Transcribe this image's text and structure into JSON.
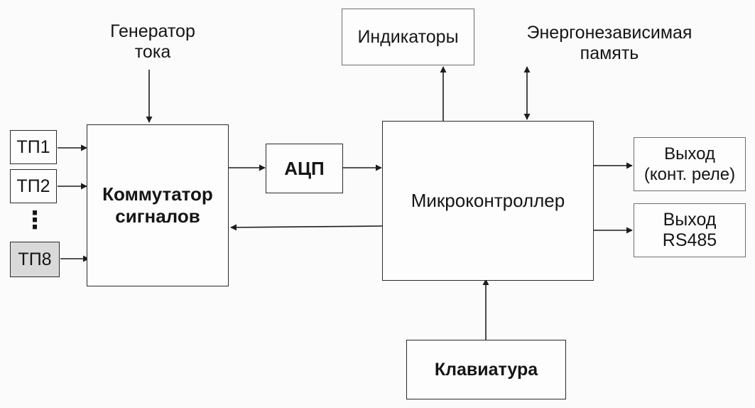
{
  "inputs": [
    "ТП1",
    "ТП2",
    "ТП8"
  ],
  "ellipsis": "⋮",
  "current_generator": "Генератор\nтока",
  "switch_box": "Коммутатор\nсигналов",
  "adc": "АЦП",
  "microcontroller": "Микроконтроллер",
  "indicators": "Индикаторы",
  "nonvolatile_memory": "Энергонезависимая\nпамять",
  "output_relay": "Выход\n(конт. реле)",
  "output_rs485": "Выход\nRS485",
  "keyboard": "Клавиатура"
}
